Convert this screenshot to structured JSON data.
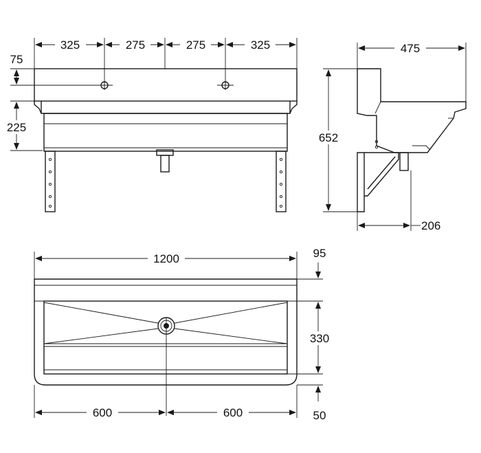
{
  "front_view": {
    "dims": {
      "d1": "325",
      "d2": "275",
      "d3": "275",
      "d4": "325",
      "top": "75",
      "side": "225"
    }
  },
  "side_view": {
    "dims": {
      "depth": "475",
      "height": "652",
      "bracket": "206"
    }
  },
  "top_view": {
    "dims": {
      "width": "1200",
      "rim": "95",
      "bowl": "330",
      "bottom": "50",
      "left_half": "600",
      "right_half": "600"
    }
  }
}
